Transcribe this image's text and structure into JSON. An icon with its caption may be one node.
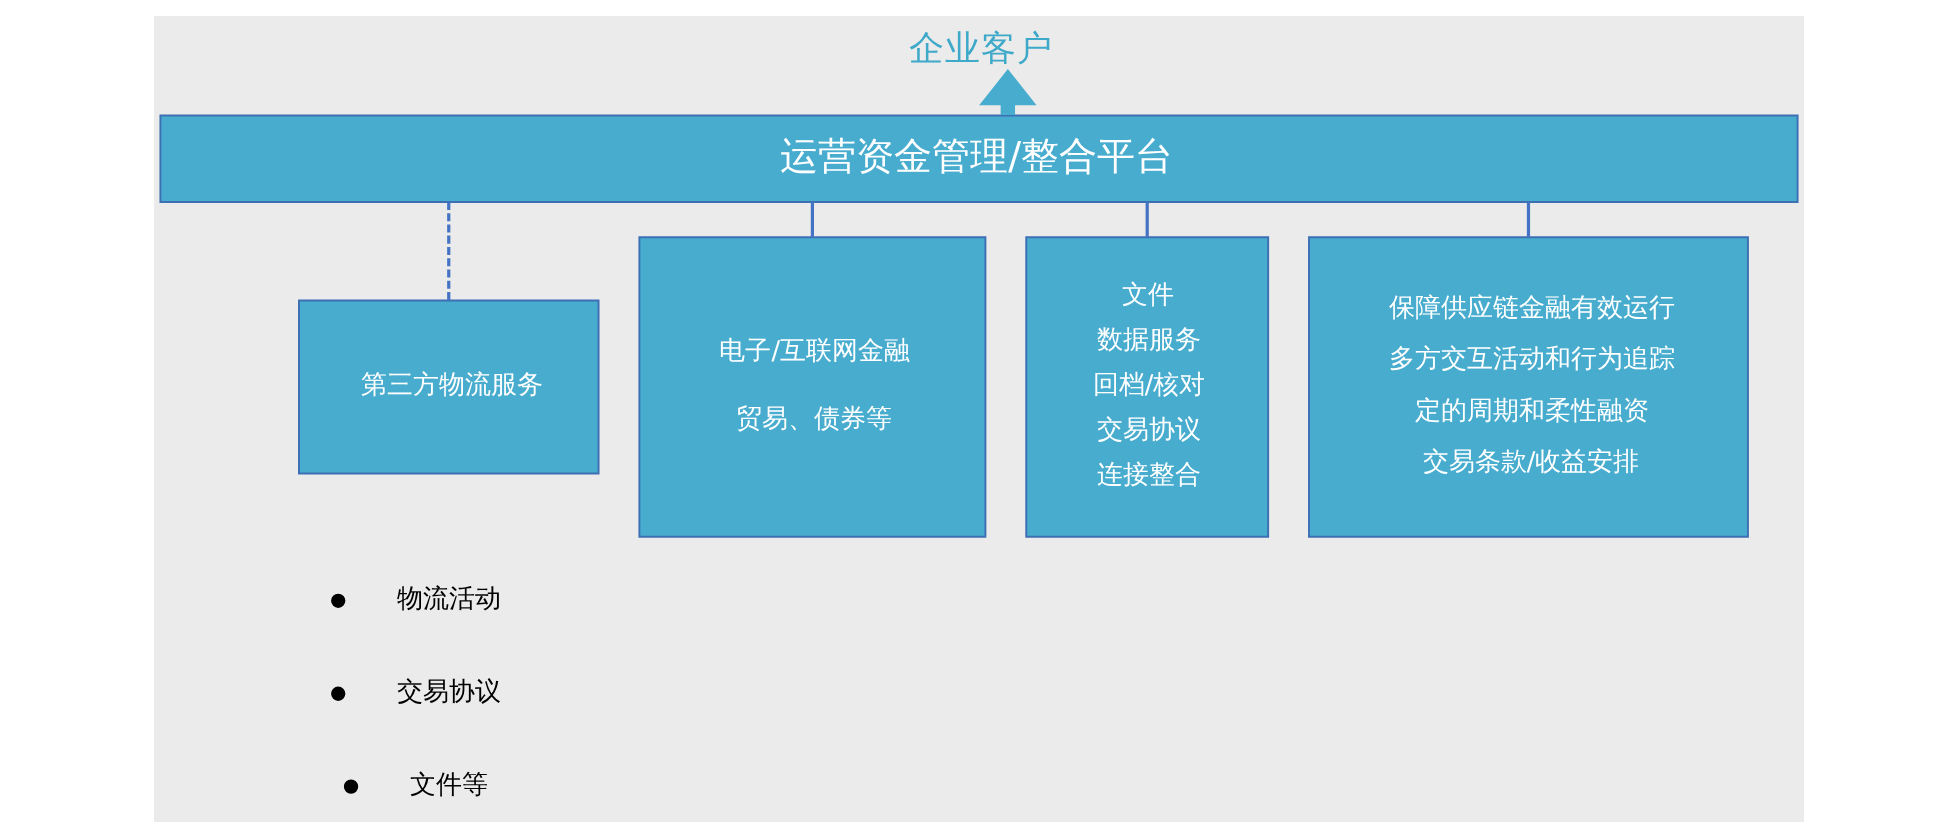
{
  "diagram": {
    "nodes": [
      {
        "text": [
          "企业客户"
        ]
      },
      {
        "text": [
          "运营资金管理/整合平台"
        ]
      },
      {
        "text": [
          "第三方物流服务"
        ]
      },
      {
        "text": [
          "电子/互联网金融",
          "贸易、债券等"
        ]
      },
      {
        "text": [
          "文件",
          "数据服务",
          "回档/核对",
          "交易协议",
          "连接整合"
        ]
      },
      {
        "text": [
          "保障供应链金融有效运行",
          "多方交互活动和行为追踪",
          "定的周期和柔性融资",
          "交易条款/收益安排"
        ]
      }
    ],
    "edges": [
      {
        "from": 1,
        "to": 0,
        "arrow": "to",
        "style": "thick",
        "color": "#47acce"
      },
      {
        "from": 1,
        "to": 2,
        "arrow": "none",
        "style": "dashed"
      },
      {
        "from": 1,
        "to": 3,
        "arrow": "none"
      },
      {
        "from": 1,
        "to": 4,
        "arrow": "none"
      },
      {
        "from": 1,
        "to": 5,
        "arrow": "none"
      }
    ],
    "labels": [
      "物流活动",
      "交易协议",
      "文件等"
    ]
  }
}
